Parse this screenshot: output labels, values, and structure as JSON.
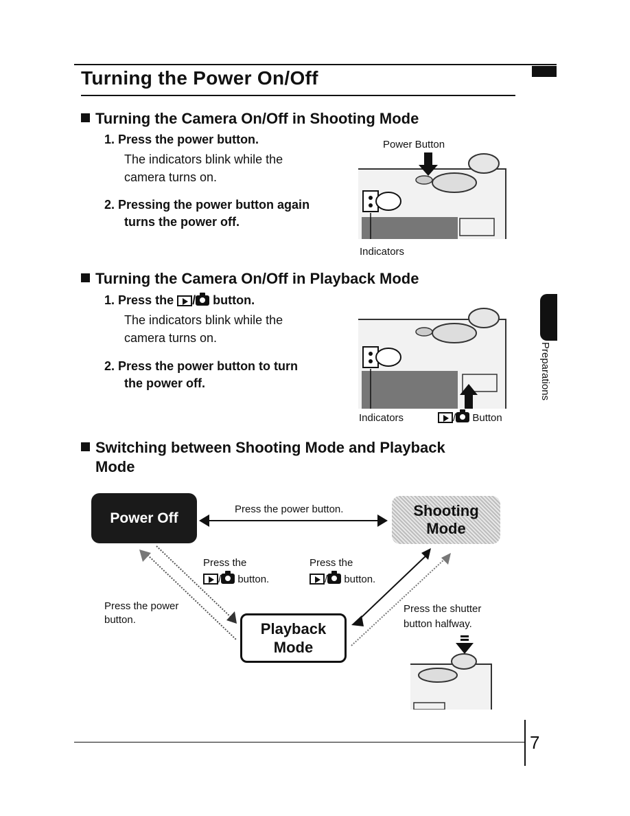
{
  "page_title": "Turning the Power On/Off",
  "page_number": "7",
  "side_tab_label": "Preparations",
  "sections": [
    {
      "heading": "Turning the Camera On/Off in Shooting Mode",
      "steps": [
        {
          "num": "1.",
          "text": "Press the power button.",
          "desc": [
            "The indicators blink while the",
            "camera turns on."
          ]
        },
        {
          "num": "2.",
          "text": "Pressing the power button again",
          "text2": "turns the power off."
        }
      ],
      "captions": {
        "top": "Power Button",
        "bottom": "Indicators"
      }
    },
    {
      "heading": "Turning the Camera On/Off in Playback Mode",
      "steps": [
        {
          "num": "1.",
          "text_before": "Press the",
          "text_after": "button.",
          "desc": [
            "The indicators blink while the",
            "camera turns on."
          ]
        },
        {
          "num": "2.",
          "text": "Press the power button to turn",
          "text2": "the power off."
        }
      ],
      "captions": {
        "left": "Indicators",
        "right": "Button"
      }
    },
    {
      "heading_line1": "Switching between Shooting Mode and Playback",
      "heading_line2": "Mode"
    }
  ],
  "diagram": {
    "power_off": "Power Off",
    "shooting_mode": [
      "Shooting",
      "Mode"
    ],
    "playback_mode": [
      "Playback",
      "Mode"
    ],
    "arrow_top": "Press the power button.",
    "left_press": "Press the",
    "left_button": "button.",
    "right_press": "Press the",
    "right_button": "button.",
    "power_label": [
      "Press the power",
      "button."
    ],
    "shutter_label": [
      "Press the shutter",
      "button halfway."
    ]
  }
}
